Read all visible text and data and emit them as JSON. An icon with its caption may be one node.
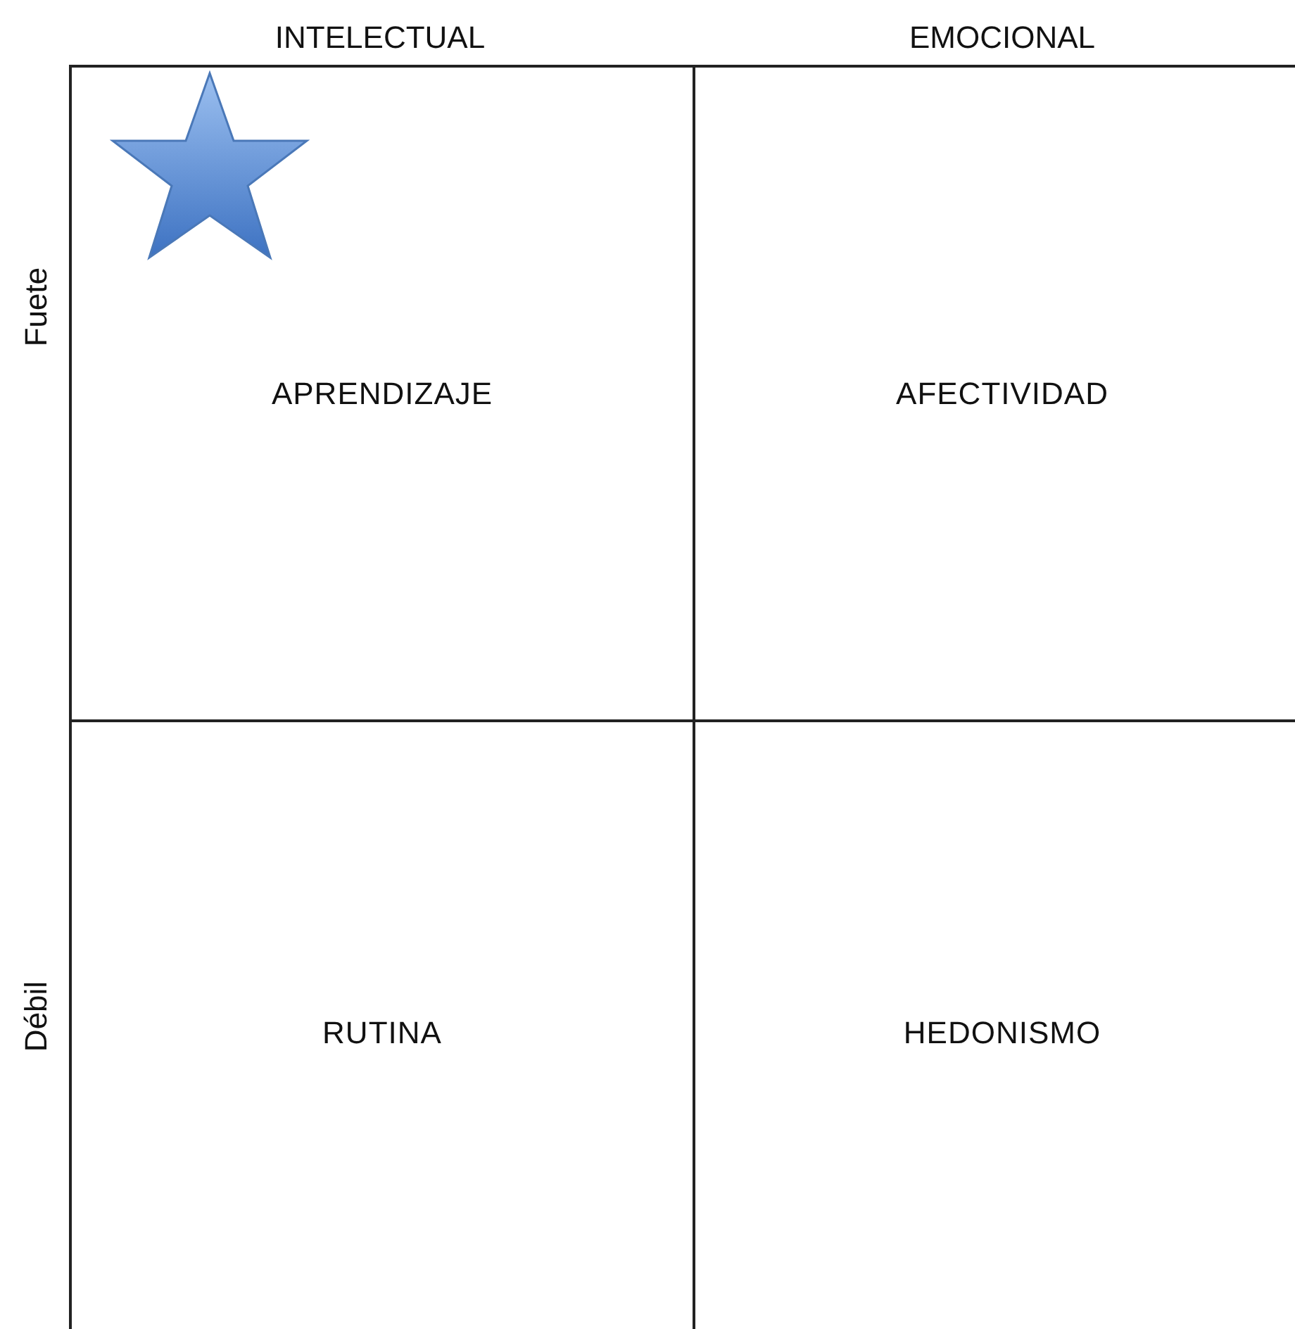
{
  "diagram": {
    "nodes": [
      {
        "text": [
          "APRENDIZAJE"
        ]
      },
      {
        "text": [
          "AFECTIVIDAD"
        ]
      },
      {
        "text": [
          "RUTINA"
        ]
      },
      {
        "text": [
          "HEDONISMO"
        ]
      }
    ],
    "labels": [
      "INTELECTUAL",
      "EMOCIONAL",
      "Fuete",
      "Débil"
    ]
  }
}
